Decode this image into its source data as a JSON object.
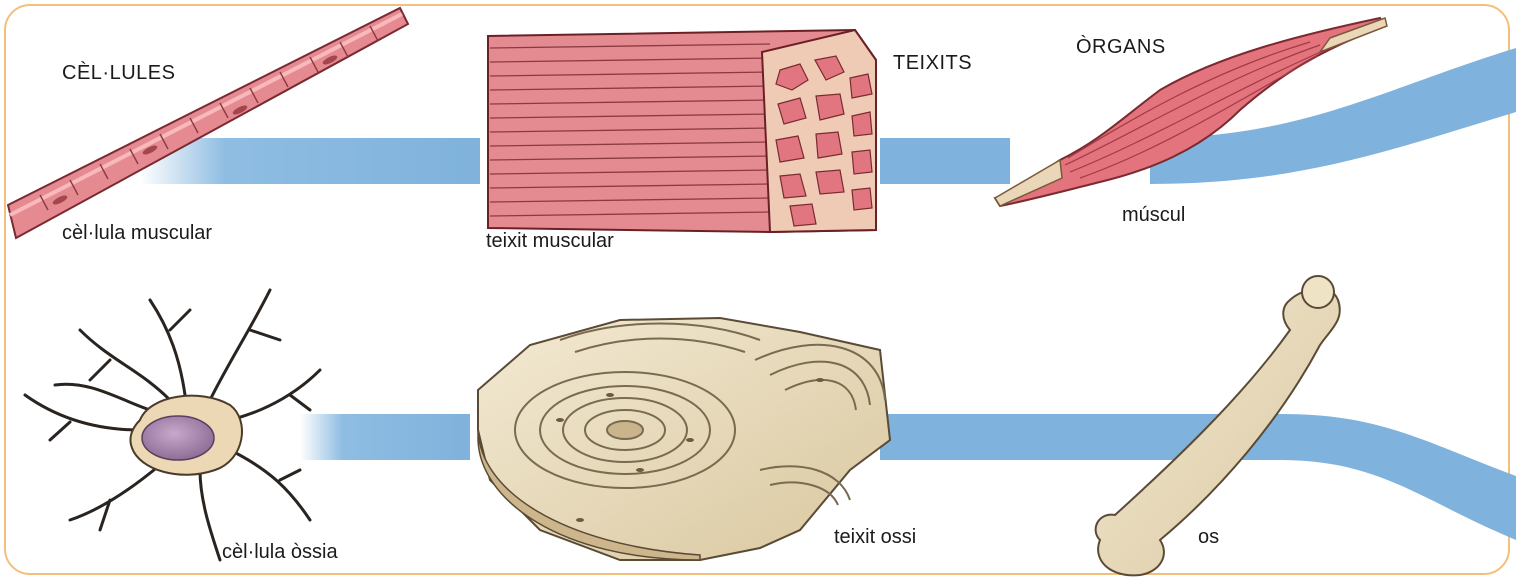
{
  "headers": {
    "cells": "CÈL·LULES",
    "tissues": "TEIXITS",
    "organs": "ÒRGANS"
  },
  "muscle_row": {
    "cell_label": "cèl·lula muscular",
    "tissue_label": "teixit muscular",
    "organ_label": "múscul"
  },
  "bone_row": {
    "cell_label": "cèl·lula òssia",
    "tissue_label": "teixit ossi",
    "organ_label": "os"
  },
  "colors": {
    "frame": "#f2c07a",
    "band": "#7fb2dc",
    "muscle": "#e07f86",
    "bone": "#e9dcbf"
  }
}
